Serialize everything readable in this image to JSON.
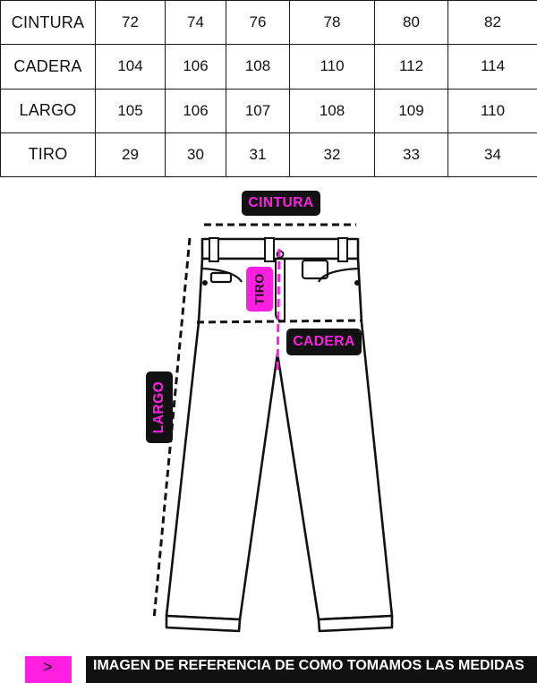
{
  "table": {
    "rows": [
      {
        "label": "CINTURA",
        "values": [
          "72",
          "74",
          "76",
          "78",
          "80",
          "82"
        ]
      },
      {
        "label": "CADERA",
        "values": [
          "104",
          "106",
          "108",
          "110",
          "112",
          "114"
        ]
      },
      {
        "label": "LARGO",
        "values": [
          "105",
          "106",
          "107",
          "108",
          "109",
          "110"
        ]
      },
      {
        "label": "TIRO",
        "values": [
          "29",
          "30",
          "31",
          "32",
          "33",
          "34"
        ]
      }
    ]
  },
  "labels": {
    "cintura": "CINTURA",
    "cadera": "CADERA",
    "tiro": "TIRO",
    "largo": "LARGO"
  },
  "footer": {
    "text": "IMAGEN DE REFERENCIA DE COMO TOMAMOS LAS MEDIDAS",
    "arrow_icon": "chevron-right-icon"
  },
  "colors": {
    "accent": "#ff1fe0",
    "dark": "#111111"
  }
}
